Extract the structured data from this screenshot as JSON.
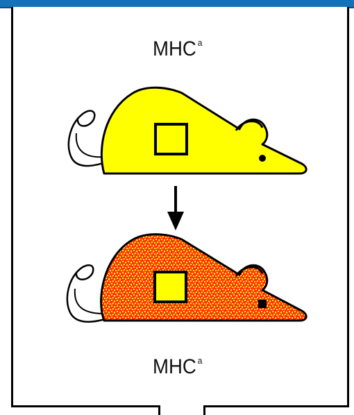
{
  "labels": {
    "top": {
      "main": "MHC",
      "sup": "a"
    },
    "bottom": {
      "main": "MHC",
      "sup": "a"
    }
  },
  "colors": {
    "header_band": "#1473b8",
    "donor_body": "#ffff00",
    "recipient_body": "#ff3300",
    "recipient_speckle": "#ffee33",
    "graft_patch": "#ffff00"
  },
  "icons": {
    "top_mouse": "yellow-mouse-with-graft",
    "bottom_mouse": "red-speckled-mouse-with-graft",
    "arrow": "down-arrow"
  }
}
